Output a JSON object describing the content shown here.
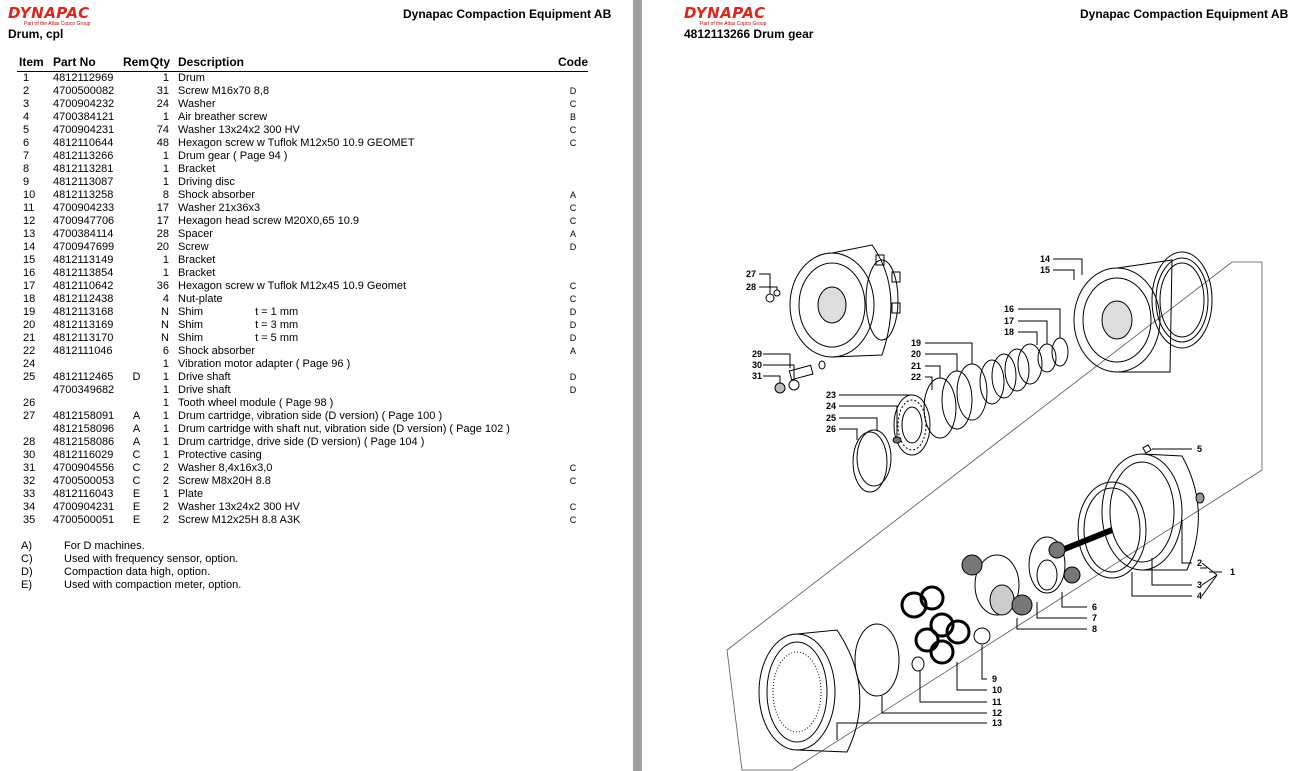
{
  "left": {
    "logo": {
      "text": "DYNAPAC",
      "tagline": "Part of the Atlas Copco Group"
    },
    "company": "Dynapac Compaction Equipment AB",
    "title": "Drum, cpl",
    "columns": {
      "item": "Item",
      "part": "Part No",
      "rem": "Rem",
      "qty": "Qty",
      "desc": "Description",
      "code": "Code"
    },
    "rows": [
      {
        "item": "1",
        "part": "4812112969",
        "rem": "",
        "qty": "1",
        "desc": "Drum",
        "code": ""
      },
      {
        "item": "2",
        "part": "4700500082",
        "rem": "",
        "qty": "31",
        "desc": "Screw M16x70 8,8",
        "code": "D"
      },
      {
        "item": "3",
        "part": "4700904232",
        "rem": "",
        "qty": "24",
        "desc": "Washer",
        "code": "C"
      },
      {
        "item": "4",
        "part": "4700384121",
        "rem": "",
        "qty": "1",
        "desc": "Air breather screw",
        "code": "B"
      },
      {
        "item": "5",
        "part": "4700904231",
        "rem": "",
        "qty": "74",
        "desc": "Washer 13x24x2 300 HV",
        "code": "C"
      },
      {
        "item": "6",
        "part": "4812110644",
        "rem": "",
        "qty": "48",
        "desc": "Hexagon screw w Tuflok M12x50 10.9 GEOMET",
        "code": "C"
      },
      {
        "item": "7",
        "part": "4812113266",
        "rem": "",
        "qty": "1",
        "desc": "Drum gear ( Page 94 )",
        "code": ""
      },
      {
        "item": "8",
        "part": "4812113281",
        "rem": "",
        "qty": "1",
        "desc": "Bracket",
        "code": ""
      },
      {
        "item": "9",
        "part": "4812113087",
        "rem": "",
        "qty": "1",
        "desc": "Driving disc",
        "code": ""
      },
      {
        "item": "10",
        "part": "4812113258",
        "rem": "",
        "qty": "8",
        "desc": "Shock absorber",
        "code": "A"
      },
      {
        "item": "11",
        "part": "4700904233",
        "rem": "",
        "qty": "17",
        "desc": "Washer 21x36x3",
        "code": "C"
      },
      {
        "item": "12",
        "part": "4700947706",
        "rem": "",
        "qty": "17",
        "desc": "Hexagon head screw M20X0,65 10.9",
        "code": "C"
      },
      {
        "item": "13",
        "part": "4700384114",
        "rem": "",
        "qty": "28",
        "desc": "Spacer",
        "code": "A"
      },
      {
        "item": "14",
        "part": "4700947699",
        "rem": "",
        "qty": "20",
        "desc": "Screw",
        "code": "D"
      },
      {
        "item": "15",
        "part": "4812113149",
        "rem": "",
        "qty": "1",
        "desc": "Bracket",
        "code": ""
      },
      {
        "item": "16",
        "part": "4812113854",
        "rem": "",
        "qty": "1",
        "desc": "Bracket",
        "code": ""
      },
      {
        "item": "17",
        "part": "4812110642",
        "rem": "",
        "qty": "36",
        "desc": "Hexagon screw w Tuflok M12x45 10.9 Geomet",
        "code": "C"
      },
      {
        "item": "18",
        "part": "4812112438",
        "rem": "",
        "qty": "4",
        "desc": "Nut-plate",
        "code": "C"
      },
      {
        "item": "19",
        "part": "4812113168",
        "rem": "",
        "qty": "N",
        "desc": "Shim",
        "shim": "t = 1 mm",
        "code": "D"
      },
      {
        "item": "20",
        "part": "4812113169",
        "rem": "",
        "qty": "N",
        "desc": "Shim",
        "shim": "t = 3 mm",
        "code": "D"
      },
      {
        "item": "21",
        "part": "4812113170",
        "rem": "",
        "qty": "N",
        "desc": "Shim",
        "shim": "t = 5 mm",
        "code": "D"
      },
      {
        "item": "22",
        "part": "4812111046",
        "rem": "",
        "qty": "6",
        "desc": "Shock absorber",
        "code": "A"
      },
      {
        "item": "24",
        "part": "",
        "rem": "",
        "qty": "1",
        "desc": "Vibration motor adapter ( Page 96 )",
        "code": ""
      },
      {
        "item": "25",
        "part": "4812112465",
        "rem": "D",
        "qty": "1",
        "desc": "Drive shaft",
        "code": "D"
      },
      {
        "item": "",
        "part": "4700349682",
        "rem": "",
        "qty": "1",
        "desc": "Drive shaft",
        "code": "D"
      },
      {
        "item": "26",
        "part": "",
        "rem": "",
        "qty": "1",
        "desc": "Tooth wheel module ( Page 98 )",
        "code": ""
      },
      {
        "item": "27",
        "part": "4812158091",
        "rem": "A",
        "qty": "1",
        "desc": "Drum cartridge, vibration side (D version) ( Page 100 )",
        "code": ""
      },
      {
        "item": "",
        "part": "4812158096",
        "rem": "A",
        "qty": "1",
        "desc": "Drum cartridge with shaft nut, vibration side (D version) ( Page 102 )",
        "code": ""
      },
      {
        "item": "28",
        "part": "4812158086",
        "rem": "A",
        "qty": "1",
        "desc": "Drum cartridge, drive side (D version) ( Page 104 )",
        "code": ""
      },
      {
        "item": "30",
        "part": "4812116029",
        "rem": "C",
        "qty": "1",
        "desc": "Protective casing",
        "code": ""
      },
      {
        "item": "31",
        "part": "4700904556",
        "rem": "C",
        "qty": "2",
        "desc": "Washer 8,4x16x3,0",
        "code": "C"
      },
      {
        "item": "32",
        "part": "4700500053",
        "rem": "C",
        "qty": "2",
        "desc": "Screw M8x20H 8.8",
        "code": "C"
      },
      {
        "item": "33",
        "part": "4812116043",
        "rem": "E",
        "qty": "1",
        "desc": "Plate",
        "code": ""
      },
      {
        "item": "34",
        "part": "4700904231",
        "rem": "E",
        "qty": "2",
        "desc": "Washer 13x24x2 300 HV",
        "code": "C"
      },
      {
        "item": "35",
        "part": "4700500051",
        "rem": "E",
        "qty": "2",
        "desc": "Screw M12x25H 8.8 A3K",
        "code": "C"
      }
    ],
    "notes": [
      {
        "key": "A)",
        "text": "For D machines."
      },
      {
        "key": "C)",
        "text": "Used with frequency sensor, option."
      },
      {
        "key": "D)",
        "text": "Compaction data high, option."
      },
      {
        "key": "E)",
        "text": "Used with compaction meter, option."
      }
    ]
  },
  "right": {
    "logo": {
      "text": "DYNAPAC",
      "tagline": "Part of the Atlas Copco Group"
    },
    "company": "Dynapac Compaction Equipment AB",
    "title": "4812113266  Drum gear",
    "callouts": [
      "27",
      "28",
      "14",
      "15",
      "16",
      "17",
      "18",
      "19",
      "20",
      "21",
      "22",
      "29",
      "30",
      "31",
      "23",
      "24",
      "25",
      "26",
      "5",
      "2",
      "1",
      "3",
      "4",
      "6",
      "7",
      "8",
      "9",
      "10",
      "11",
      "12",
      "13"
    ]
  },
  "colors": {
    "brand_red": "#e2231a",
    "divider": "#a0a0a0"
  }
}
